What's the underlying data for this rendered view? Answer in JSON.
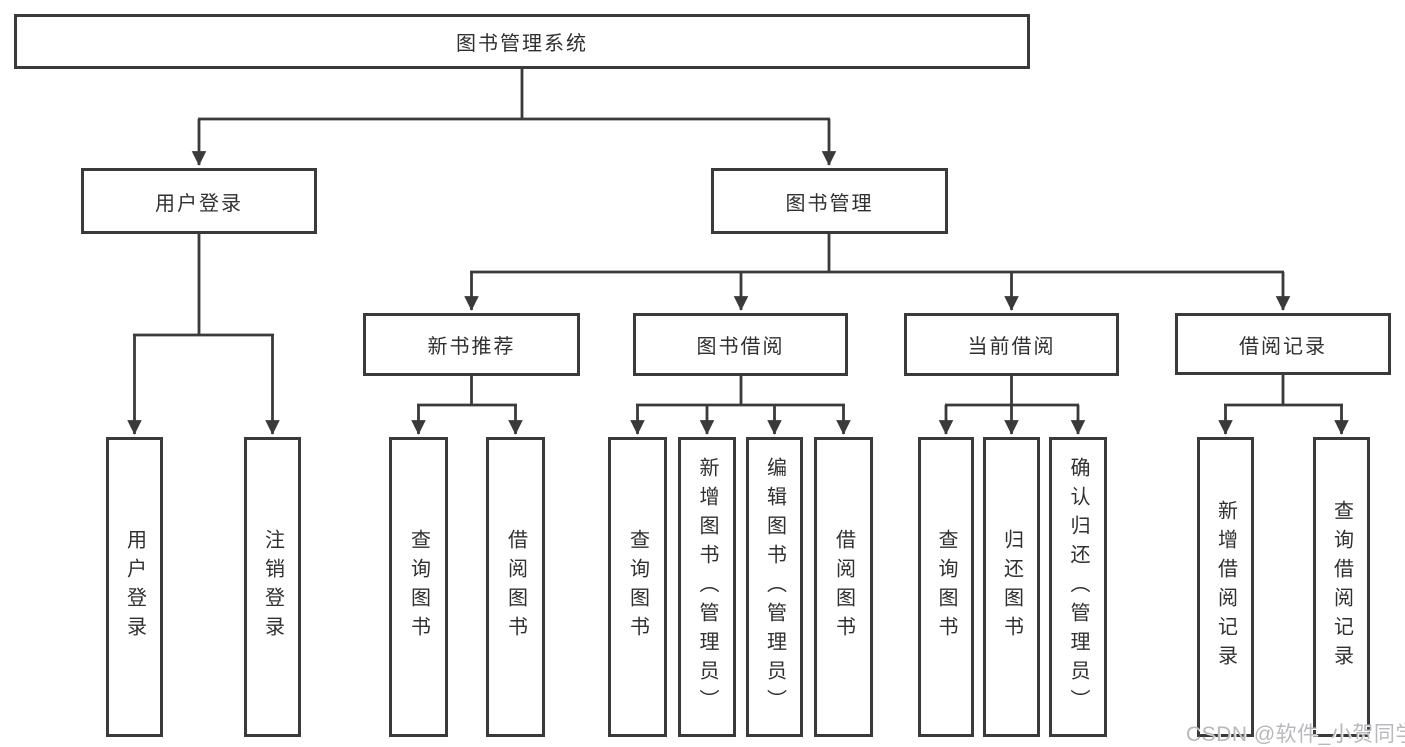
{
  "diagram": {
    "root": {
      "label": "图书管理系统"
    },
    "level1": [
      {
        "label": "用户登录"
      },
      {
        "label": "图书管理"
      }
    ],
    "level2": [
      {
        "label": "新书推荐"
      },
      {
        "label": "图书借阅"
      },
      {
        "label": "当前借阅"
      },
      {
        "label": "借阅记录"
      }
    ],
    "leaves": {
      "user_login": [
        {
          "label": "用户登录"
        },
        {
          "label": "注销登录"
        }
      ],
      "new_books": [
        {
          "label": "查询图书"
        },
        {
          "label": "借阅图书"
        }
      ],
      "book_borrow": [
        {
          "label": "查询图书"
        },
        {
          "label": "新增图书（管理员）"
        },
        {
          "label": "编辑图书（管理员）"
        },
        {
          "label": "借阅图书"
        }
      ],
      "current_borrow": [
        {
          "label": "查询图书"
        },
        {
          "label": "归还图书"
        },
        {
          "label": "确认归还（管理员）"
        }
      ],
      "borrow_records": [
        {
          "label": "新增借阅记录"
        },
        {
          "label": "查询借阅记录"
        }
      ]
    }
  },
  "watermark": {
    "text": "CSDN @软件_小贺同学",
    "color": "#b7b9bc"
  },
  "colors": {
    "line": "#3a3a3a",
    "box_border": "#3a3a3a",
    "box_fill": "#ffffff",
    "text": "#303030",
    "background": "#ffffff"
  }
}
